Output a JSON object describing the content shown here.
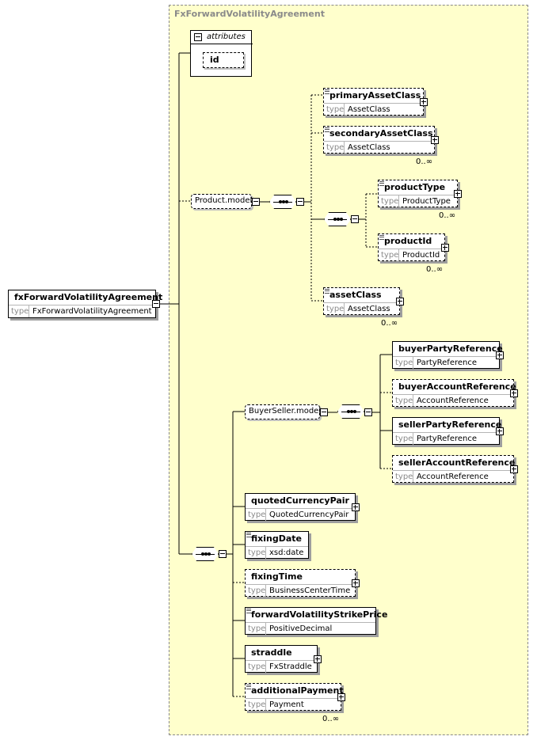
{
  "region_title": "FxForwardVolatilityAgreement",
  "root": {
    "name": "fxForwardVolatilityAgreement",
    "type_key": "type",
    "type": "FxForwardVolatilityAgreement"
  },
  "attributes": {
    "title": "attributes",
    "items": [
      "id"
    ]
  },
  "groups": {
    "product_model": "Product.model",
    "buyerseller_model": "BuyerSeller.model"
  },
  "elements": [
    {
      "id": "primaryAssetClass",
      "name": "primaryAssetClass",
      "type": "AssetClass",
      "optional": true,
      "expandable": true,
      "doc": true,
      "card": ""
    },
    {
      "id": "secondaryAssetClass",
      "name": "secondaryAssetClass",
      "type": "AssetClass",
      "optional": true,
      "expandable": true,
      "doc": true,
      "card": "0..∞"
    },
    {
      "id": "productType",
      "name": "productType",
      "type": "ProductType",
      "optional": true,
      "expandable": true,
      "doc": true,
      "card": "0..∞"
    },
    {
      "id": "productId",
      "name": "productId",
      "type": "ProductId",
      "optional": true,
      "expandable": true,
      "doc": true,
      "card": "0..∞"
    },
    {
      "id": "assetClass",
      "name": "assetClass",
      "type": "AssetClass",
      "optional": true,
      "expandable": true,
      "doc": true,
      "card": "0..∞"
    },
    {
      "id": "buyerPartyReference",
      "name": "buyerPartyReference",
      "type": "PartyReference",
      "optional": false,
      "expandable": true,
      "doc": false,
      "card": ""
    },
    {
      "id": "buyerAccountReference",
      "name": "buyerAccountReference",
      "type": "AccountReference",
      "optional": true,
      "expandable": true,
      "doc": false,
      "card": ""
    },
    {
      "id": "sellerPartyReference",
      "name": "sellerPartyReference",
      "type": "PartyReference",
      "optional": false,
      "expandable": true,
      "doc": false,
      "card": ""
    },
    {
      "id": "sellerAccountReference",
      "name": "sellerAccountReference",
      "type": "AccountReference",
      "optional": true,
      "expandable": true,
      "doc": false,
      "card": ""
    },
    {
      "id": "quotedCurrencyPair",
      "name": "quotedCurrencyPair",
      "type": "QuotedCurrencyPair",
      "optional": false,
      "expandable": true,
      "doc": false,
      "card": ""
    },
    {
      "id": "fixingDate",
      "name": "fixingDate",
      "type": "xsd:date",
      "optional": false,
      "expandable": false,
      "doc": true,
      "card": ""
    },
    {
      "id": "fixingTime",
      "name": "fixingTime",
      "type": "BusinessCenterTime",
      "optional": true,
      "expandable": true,
      "doc": false,
      "card": ""
    },
    {
      "id": "forwardVolatilityStrikePrice",
      "name": "forwardVolatilityStrikePrice",
      "type": "PositiveDecimal",
      "optional": false,
      "expandable": false,
      "doc": true,
      "card": ""
    },
    {
      "id": "straddle",
      "name": "straddle",
      "type": "FxStraddle",
      "optional": false,
      "expandable": true,
      "doc": false,
      "card": ""
    },
    {
      "id": "additionalPayment",
      "name": "additionalPayment",
      "type": "Payment",
      "optional": true,
      "expandable": true,
      "doc": true,
      "card": "0..∞"
    }
  ]
}
